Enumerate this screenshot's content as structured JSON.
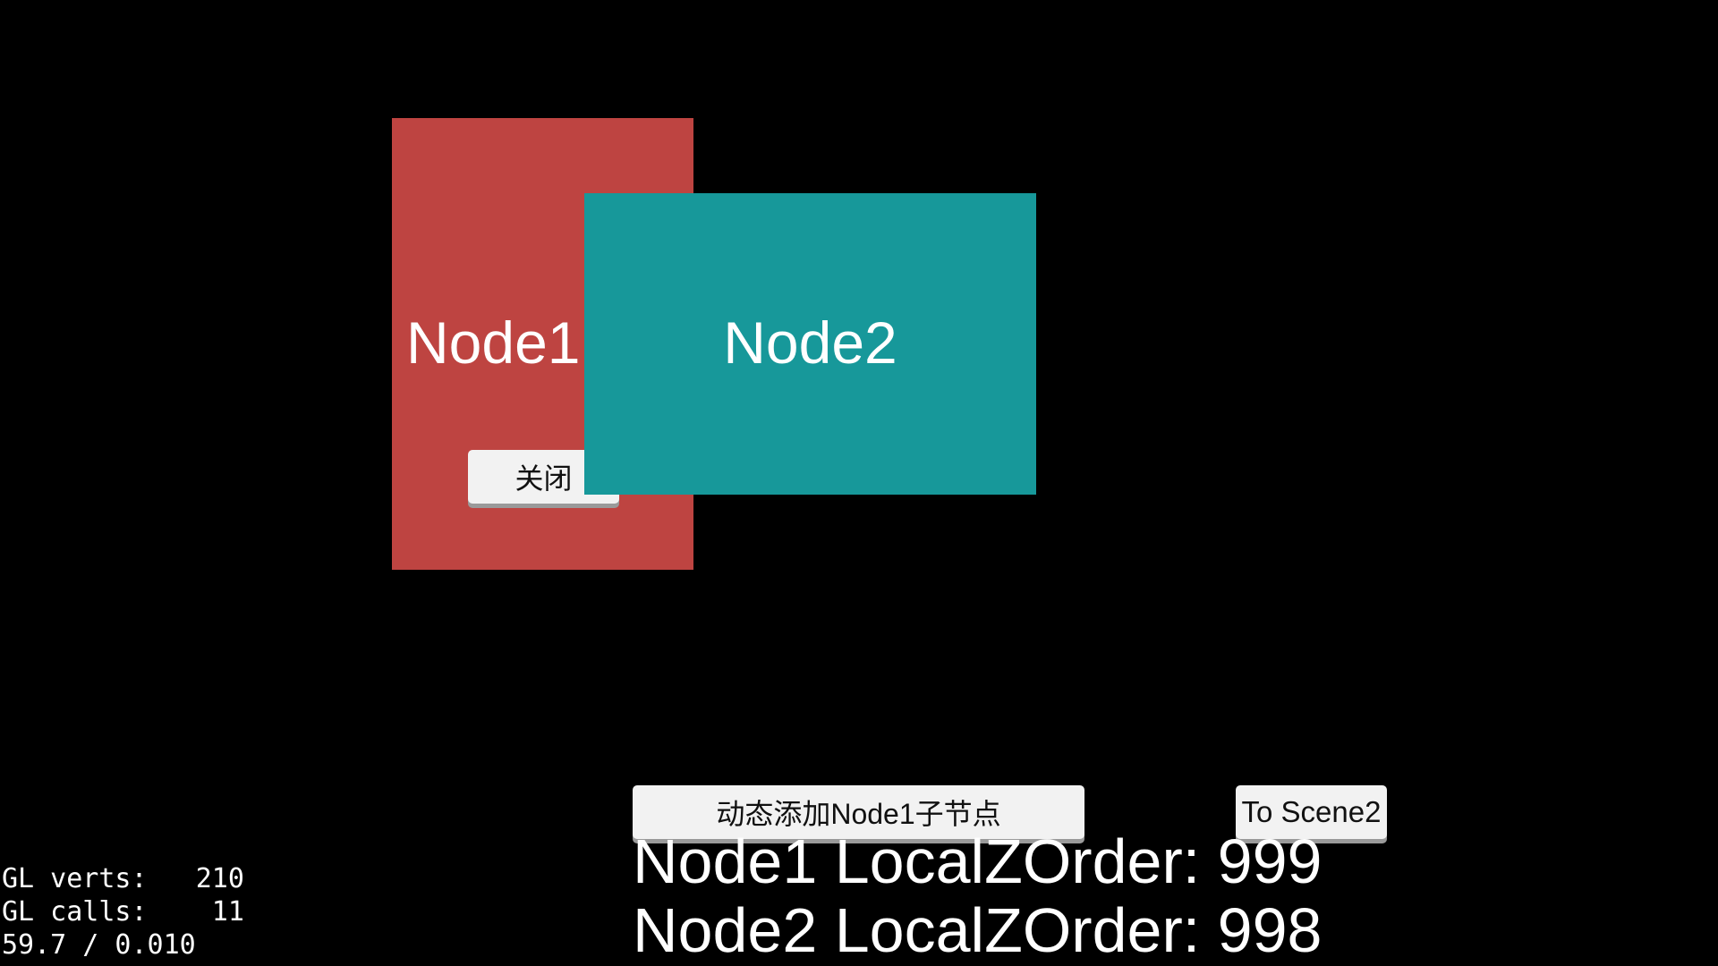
{
  "node1": {
    "label": "Node1",
    "color": "#be4441",
    "close_button": "关闭"
  },
  "node2": {
    "label": "Node2",
    "color": "#17989a"
  },
  "buttons": {
    "add_child": "动态添加Node1子节点",
    "to_scene2": "To Scene2"
  },
  "zorder": {
    "node1": "Node1 LocalZOrder: 999",
    "node2": "Node2 LocalZOrder: 998"
  },
  "stats": {
    "verts": "GL verts:   210",
    "calls": "GL calls:    11",
    "fps": "59.7 / 0.010"
  }
}
